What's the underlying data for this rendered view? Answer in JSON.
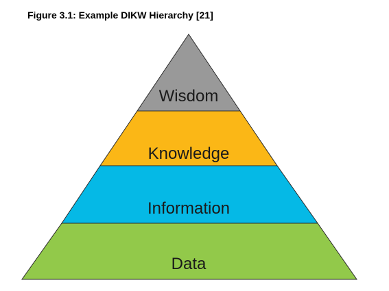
{
  "caption": "Figure 3.1: Example DIKW Hierarchy [21]",
  "pyramid": {
    "layers": [
      {
        "label": "Wisdom",
        "color": "#999999"
      },
      {
        "label": "Knowledge",
        "color": "#fbb716"
      },
      {
        "label": "Information",
        "color": "#05b9e6"
      },
      {
        "label": "Data",
        "color": "#92c94a"
      }
    ]
  }
}
